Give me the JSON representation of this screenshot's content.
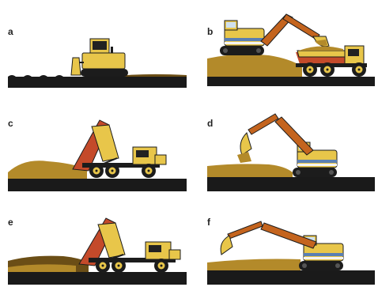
{
  "panels": [
    {
      "label": "a",
      "stage": "dozer-grading"
    },
    {
      "label": "b",
      "stage": "excavator-loading-dump-truck"
    },
    {
      "label": "c",
      "stage": "truck-dumping"
    },
    {
      "label": "d",
      "stage": "excavator-placing-soil"
    },
    {
      "label": "e",
      "stage": "truck-dumping-layer"
    },
    {
      "label": "f",
      "stage": "excavator-reaching-trench"
    }
  ],
  "colors": {
    "machine_yellow": "#e8c64a",
    "machine_dark": "#1c1c1c",
    "soil": "#b38a2a",
    "soil_dark": "#6b4e16",
    "ground": "#1a1a1a",
    "cab_blue": "#5a7fb3",
    "truck_bed_red": "#c44a2a"
  }
}
